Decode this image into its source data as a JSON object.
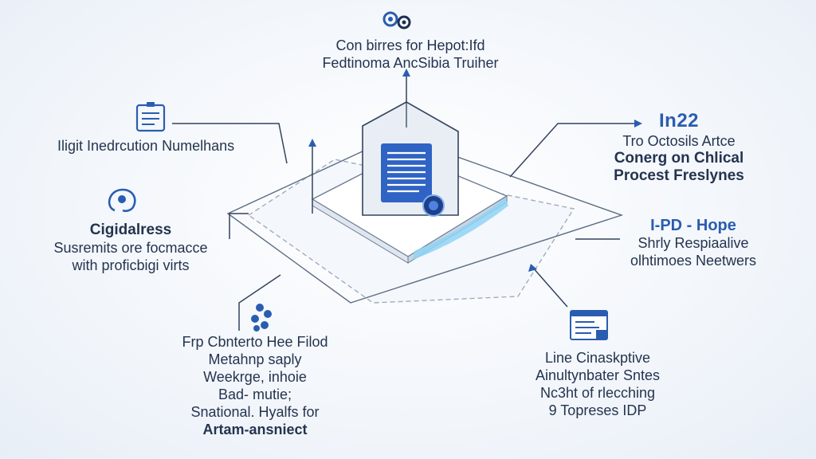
{
  "top": {
    "line1": "Con birres for Hepot:Ifd",
    "line2": "Fedtinoma AncSibia Truiher",
    "icon": "gears-icon"
  },
  "left_upper": {
    "line1": "Iligit Inedrcution Numelhans",
    "icon": "document-list-icon"
  },
  "left_middle": {
    "title": "Cigidalress",
    "line1": "Susremits ore focmacce",
    "line2": "with proficbigi virts",
    "icon": "brain-head-icon"
  },
  "left_lower": {
    "line1": "Frp Cbnterto Hee Filod",
    "line2": "Metahnp saply",
    "line3": "Weekrge, inhoie",
    "line4": "Bad- mutie;",
    "line5": "Snational. Hyalfs for",
    "line6": "Artam-ansniect",
    "icon": "molecule-icon"
  },
  "right_upper": {
    "title": "In22",
    "line1": "Tro Octosils Artce",
    "line2": "Conerg on Chlical",
    "line3": "Procest Freslynes"
  },
  "right_middle": {
    "title": "I-PD - Hope",
    "line1": "Shrly Respiaalive",
    "line2": "olhtimoes Neetwers"
  },
  "right_lower": {
    "line1": "Line Cinaskptive",
    "line2": "Ainultynbater Sntes",
    "line3": "Nc3ht of rlecching",
    "line4": "9 Topreses IDP",
    "icon": "browser-window-icon"
  },
  "colors": {
    "accent": "#2a5db0",
    "line": "#33435e",
    "sheet": "#ffffff",
    "screen": "#2f63c4",
    "glow": "#8fd3f4"
  }
}
